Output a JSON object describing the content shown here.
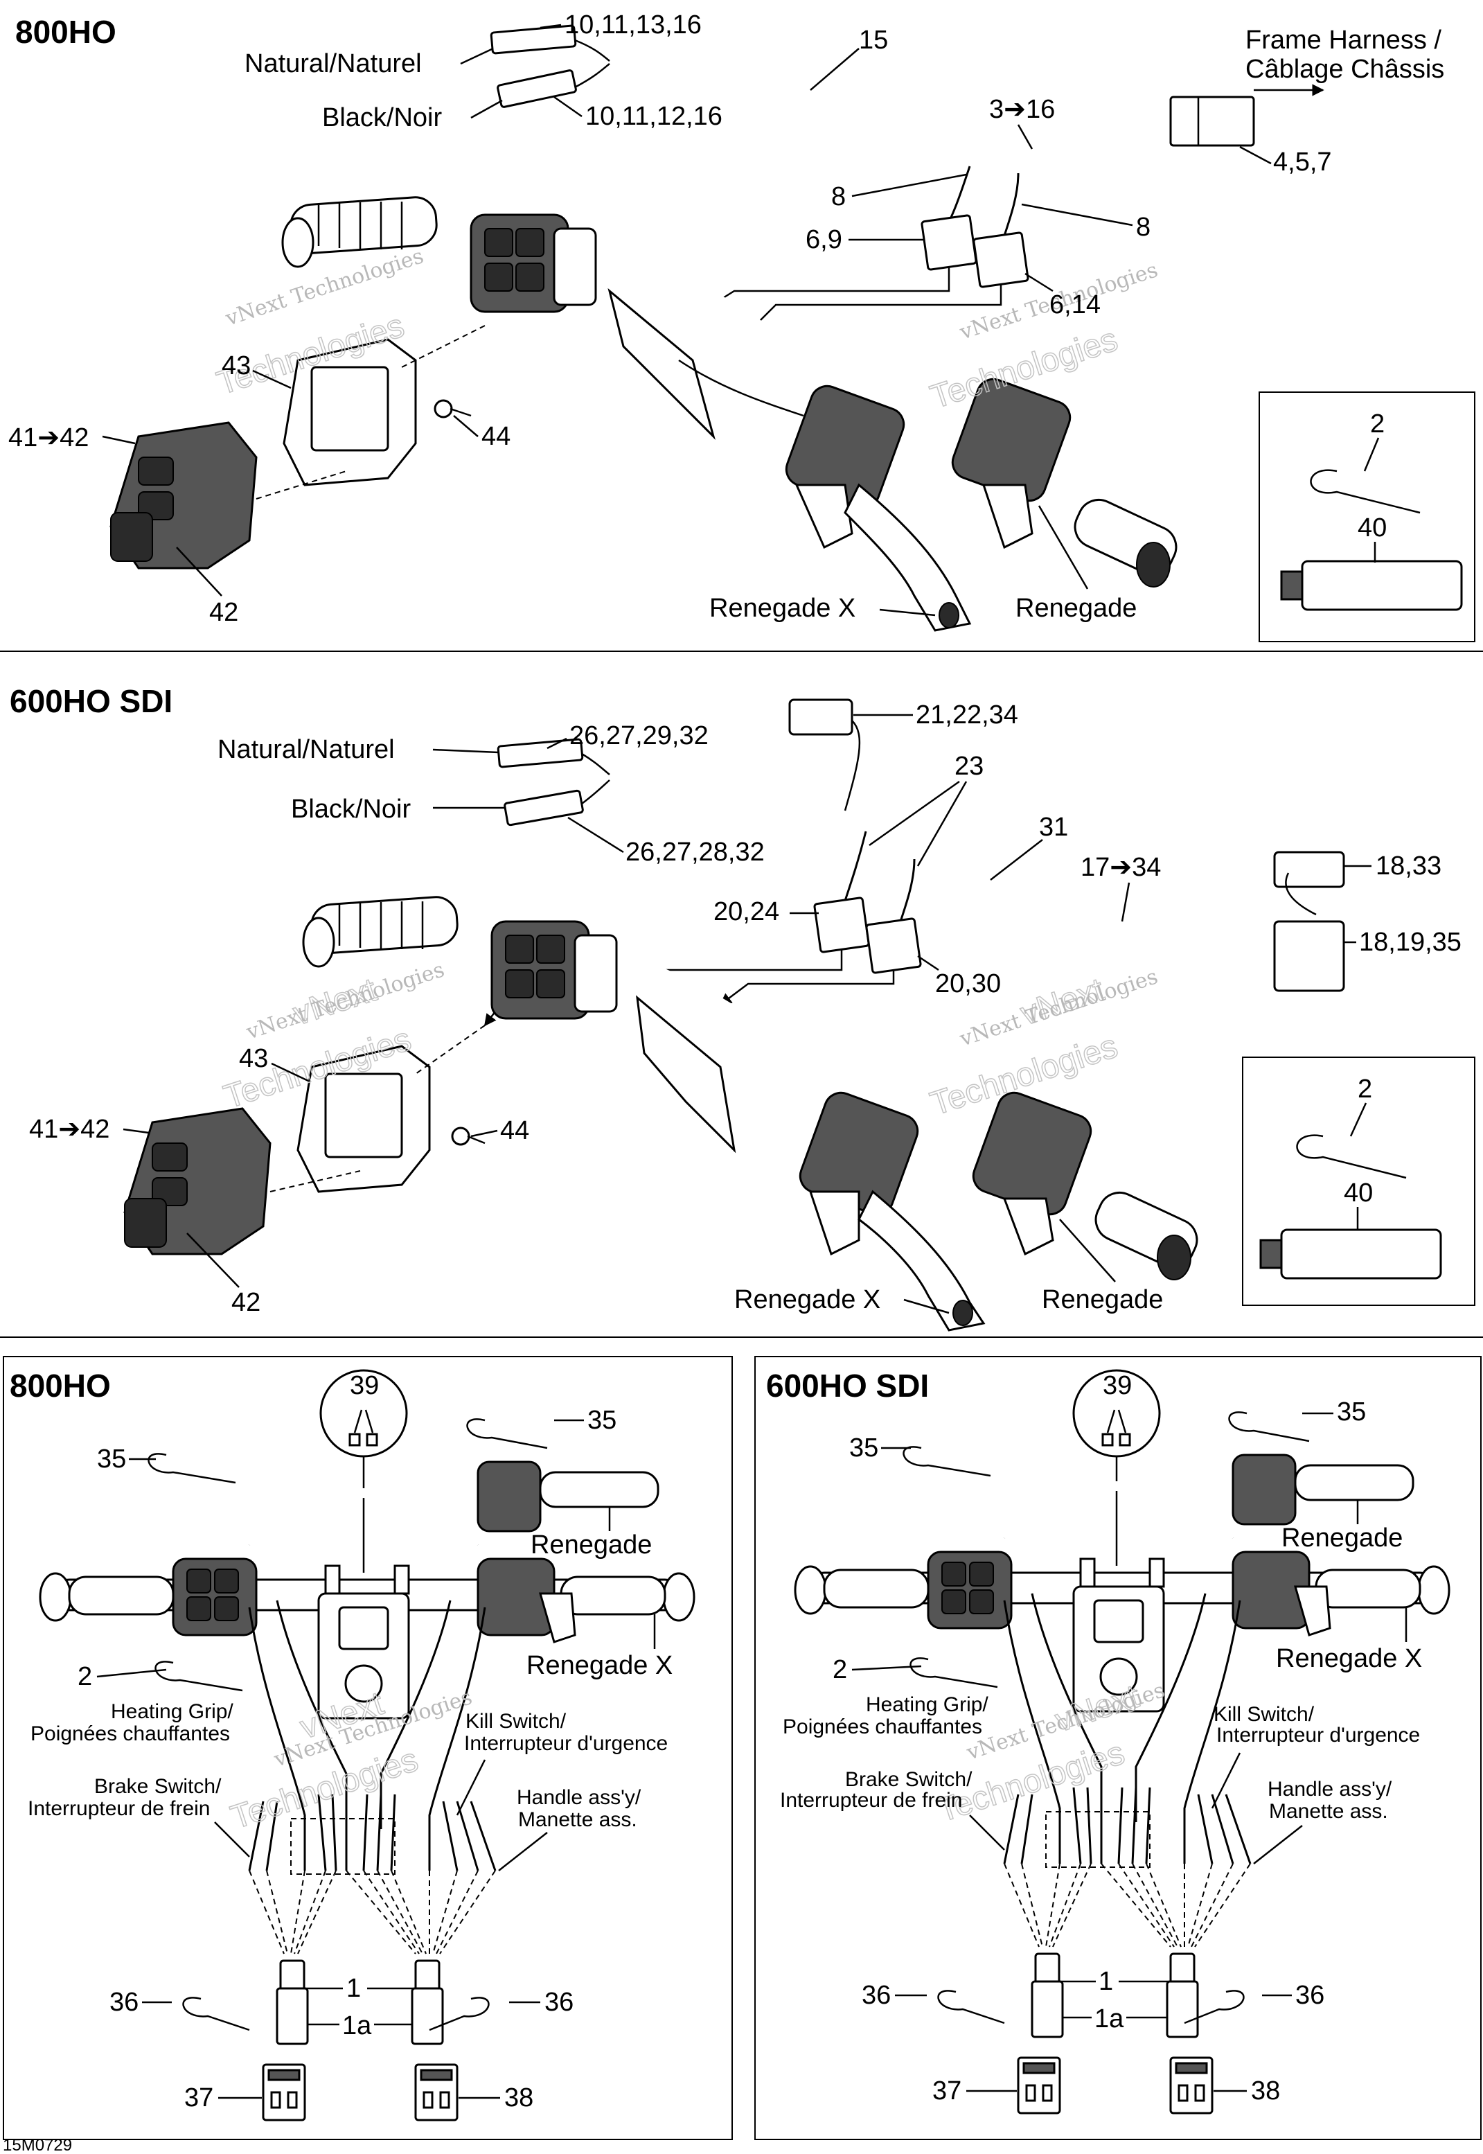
{
  "sections": {
    "top": {
      "title": "800HO",
      "labels": {
        "natural": "Natural/Naturel",
        "black": "Black/Noir",
        "ref_natural": "10,11,13,16",
        "ref_black": "10,11,12,16",
        "ref_15": "15",
        "frame_1": "Frame Harness /",
        "frame_2": "Câblage Châssis",
        "ref_3_16": "3➔16",
        "ref_4_5_7": "4,5,7",
        "ref_8a": "8",
        "ref_8b": "8",
        "ref_6_9": "6,9",
        "ref_6_14": "6,14",
        "ref_43": "43",
        "ref_44": "44",
        "ref_41_42": "41➔42",
        "ref_42": "42",
        "renegade_x": "Renegade X",
        "renegade": "Renegade",
        "box_2": "2",
        "box_40": "40"
      }
    },
    "middle": {
      "title": "600HO SDI",
      "labels": {
        "natural": "Natural/Naturel",
        "black": "Black/Noir",
        "ref_natural": "26,27,29,32",
        "ref_black": "26,27,28,32",
        "ref_21": "21,22,34",
        "ref_23": "23",
        "ref_31": "31",
        "ref_17_34": "17➔34",
        "ref_18_33": "18,33",
        "ref_18_19_35": "18,19,35",
        "ref_20_24": "20,24",
        "ref_20_30": "20,30",
        "ref_43": "43",
        "ref_44": "44",
        "ref_41_42": "41➔42",
        "ref_42": "42",
        "renegade_x": "Renegade X",
        "renegade": "Renegade",
        "box_2": "2",
        "box_40": "40"
      }
    },
    "bottom_left": {
      "title": "800HO",
      "labels": {
        "ref_39": "39",
        "ref_35a": "35",
        "ref_35b": "35",
        "renegade": "Renegade",
        "renegade_x": "Renegade X",
        "ref_2": "2",
        "heating_1": "Heating Grip/",
        "heating_2": "Poignées chauffantes",
        "kill_1": "Kill Switch/",
        "kill_2": "Interrupteur d'urgence",
        "brake_1": "Brake Switch/",
        "brake_2": "Interrupteur de frein",
        "handle_1": "Handle ass'y/",
        "handle_2": "Manette ass.",
        "ref_1": "1",
        "ref_1a": "1a",
        "ref_36a": "36",
        "ref_36b": "36",
        "ref_37": "37",
        "ref_38": "38"
      }
    },
    "bottom_right": {
      "title": "600HO SDI",
      "labels": {
        "ref_39": "39",
        "ref_35a": "35",
        "ref_35b": "35",
        "renegade": "Renegade",
        "renegade_x": "Renegade X",
        "ref_2": "2",
        "heating_1": "Heating Grip/",
        "heating_2": "Poignées chauffantes",
        "kill_1": "Kill Switch/",
        "kill_2": "Interrupteur d'urgence",
        "brake_1": "Brake Switch/",
        "brake_2": "Interrupteur de frein",
        "handle_1": "Handle ass'y/",
        "handle_2": "Manette ass.",
        "ref_1": "1",
        "ref_1a": "1a",
        "ref_36a": "36",
        "ref_36b": "36",
        "ref_37": "37",
        "ref_38": "38"
      }
    }
  },
  "watermark": {
    "line1": "vNext Technologies",
    "line2": "Technologies",
    "line3": "vNext"
  },
  "figure_code": "15M0729"
}
